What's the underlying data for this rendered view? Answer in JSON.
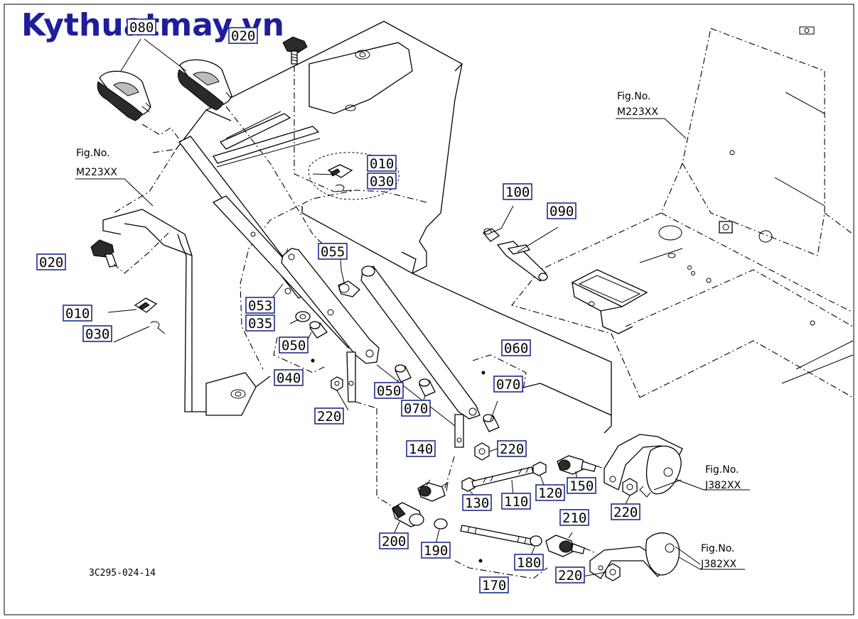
{
  "brand": {
    "text": "Kythuatmay.vn"
  },
  "drawing_code": "3C295-024-14",
  "fig_refs": [
    {
      "line1": "Fig.No.",
      "line2": "M223XX"
    },
    {
      "line1": "Fig.No.",
      "line2": "M223XX"
    },
    {
      "line1": "Fig.No.",
      "line2": "J382XX"
    },
    {
      "line1": "Fig.No.",
      "line2": "J382XX"
    }
  ],
  "part_labels": [
    "080",
    "020",
    "010",
    "030",
    "020",
    "010",
    "030",
    "055",
    "053",
    "035",
    "050",
    "040",
    "220",
    "050",
    "070",
    "060",
    "070",
    "220",
    "100",
    "090",
    "140",
    "130",
    "110",
    "120",
    "150",
    "220",
    "200",
    "190",
    "180",
    "210",
    "220",
    "170"
  ],
  "colors": {
    "brand": "#1e1e9a",
    "label_border": "#1e2c8a",
    "ink": "#000000"
  }
}
